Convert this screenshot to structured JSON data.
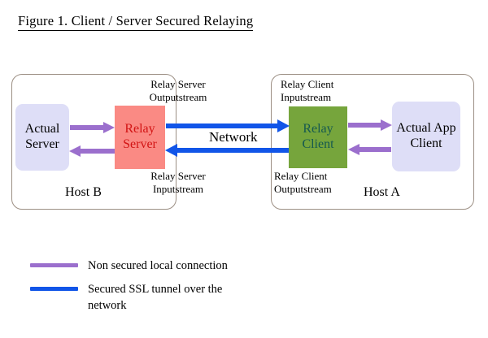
{
  "figure": {
    "title": "Figure 1. Client / Server Secured Relaying"
  },
  "hosts": [
    {
      "id": "host-b",
      "label": "Host B"
    },
    {
      "id": "host-a",
      "label": "Host A"
    }
  ],
  "nodes": [
    {
      "id": "actual-server",
      "line1": "Actual",
      "line2": "Server",
      "fill": "#dedef7",
      "text_color": "#000000"
    },
    {
      "id": "relay-server",
      "line1": "Relay",
      "line2": "Server",
      "fill": "#fa8a84",
      "text_color": "#d21414"
    },
    {
      "id": "relay-client",
      "line1": "Relay",
      "line2": "Client",
      "fill": "#76a53c",
      "text_color": "#15594f"
    },
    {
      "id": "actual-app",
      "line1": "Actual App",
      "line2": "Client",
      "fill": "#dedef7",
      "text_color": "#000000"
    }
  ],
  "stream_labels": [
    {
      "id": "relay-server-outputstream",
      "line1": "Relay Server",
      "line2": "Outputstream"
    },
    {
      "id": "relay-server-inputstream",
      "line1": "Relay Server",
      "line2": "Inputstream"
    },
    {
      "id": "relay-client-inputstream",
      "line1": "Relay Client",
      "line2": "Inputstream"
    },
    {
      "id": "relay-client-outputstream",
      "line1": "Relay Client",
      "line2": "Outputstream"
    }
  ],
  "network": {
    "label": "Network"
  },
  "legend": [
    {
      "id": "non-secured",
      "color": "#9b6fcd",
      "line1": "Non secured local connection",
      "line2": ""
    },
    {
      "id": "secured-ssl",
      "color": "#1155e8",
      "line1": "Secured SSL tunnel over the",
      "line2": "network"
    }
  ],
  "colors": {
    "purple_arrow": "#9b6fcd",
    "blue_arrow": "#1155e8",
    "host_border": "#9c8f84",
    "lavender": "#dedef7",
    "salmon": "#fa8a84",
    "green": "#76a53c",
    "background": "#ffffff"
  }
}
